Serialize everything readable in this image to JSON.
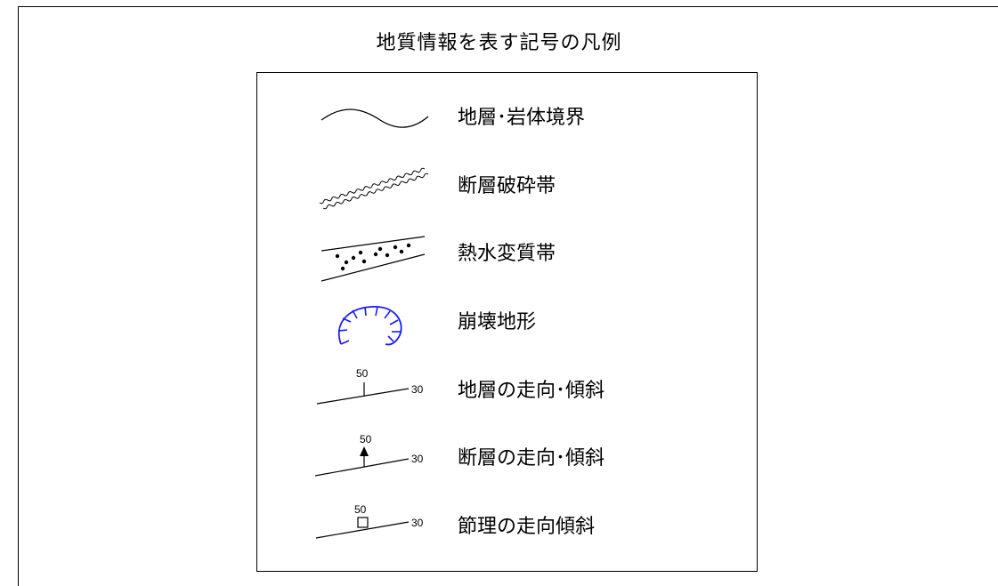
{
  "title": "地質情報を表す記号の凡例",
  "legend": {
    "items": [
      {
        "label": "地層･岩体境界",
        "icon": "wavy-boundary-line"
      },
      {
        "label": "断層破砕帯",
        "icon": "fault-crush-zigzag"
      },
      {
        "label": "熱水変質帯",
        "icon": "hydrothermal-dotted-band"
      },
      {
        "label": "崩壊地形",
        "icon": "collapse-scarp-hachure"
      },
      {
        "label": "地層の走向･傾斜",
        "icon": "bedding-strike-dip",
        "dip": "50",
        "strike": "30"
      },
      {
        "label": "断層の走向･傾斜",
        "icon": "fault-strike-dip",
        "dip": "50",
        "strike": "30"
      },
      {
        "label": "節理の走向傾斜",
        "icon": "joint-strike-dip",
        "dip": "50",
        "strike": "30"
      }
    ]
  },
  "colors": {
    "line": "#000000",
    "collapse_symbol": "#1a1aff"
  }
}
